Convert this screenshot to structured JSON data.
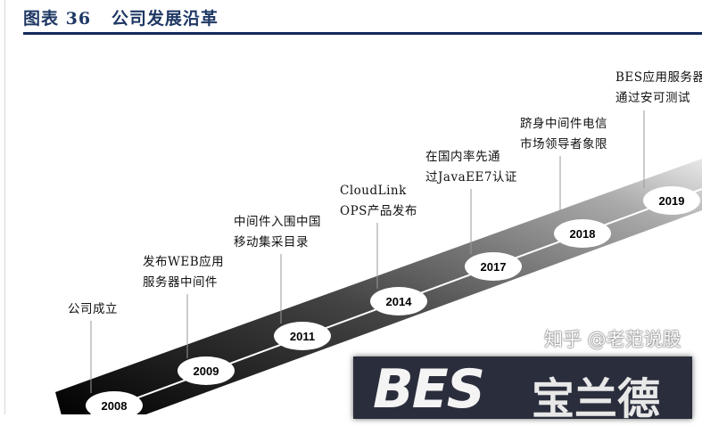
{
  "header": {
    "title": "图表 36   公司发展沿革",
    "accent_color": "#1f3864"
  },
  "timeline": [
    {
      "year": "2008",
      "lines": [
        "公司成立"
      ]
    },
    {
      "year": "2009",
      "lines": [
        "发布WEB应用",
        "服务器中间件"
      ]
    },
    {
      "year": "2011",
      "lines": [
        "中间件入围中国",
        "移动集采目录"
      ]
    },
    {
      "year": "2014",
      "lines": [
        "CloudLink",
        "OPS产品发布"
      ]
    },
    {
      "year": "2017",
      "lines": [
        "在国内率先通",
        "过JavaEE7认证"
      ]
    },
    {
      "year": "2018",
      "lines": [
        "跻身中间件电信",
        "市场领导者象限"
      ]
    },
    {
      "year": "2019",
      "lines": [
        "BES应用服务器",
        "通过安可测试"
      ]
    }
  ],
  "logo": {
    "text": "BES 宝兰德"
  },
  "watermark": "知乎 @老范说股"
}
